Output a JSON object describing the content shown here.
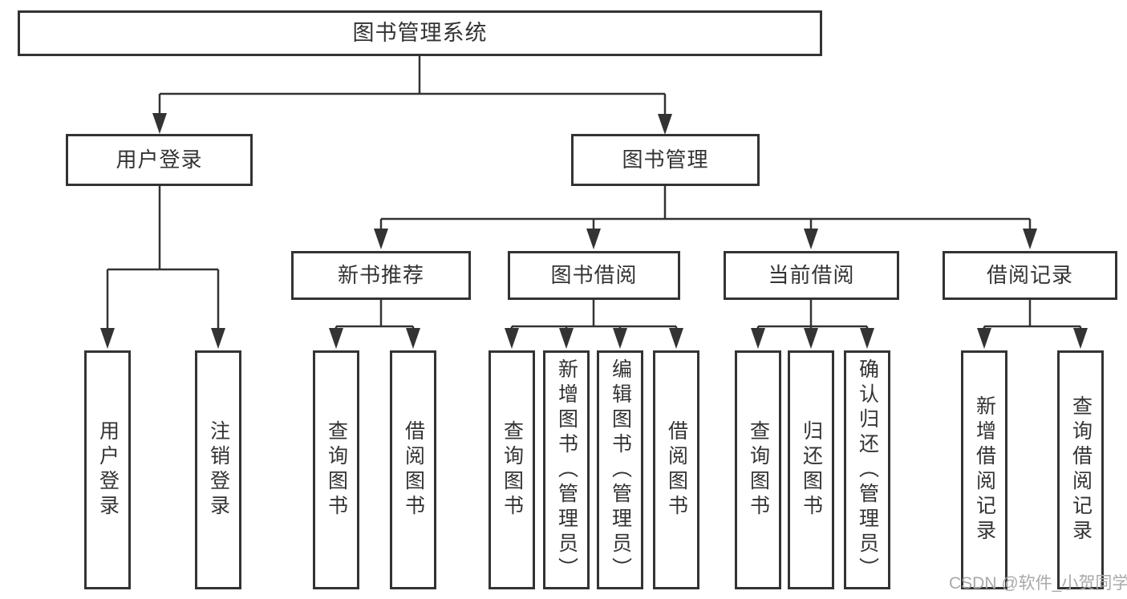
{
  "diagram": {
    "root": {
      "label": "图书管理系统"
    },
    "branches": [
      {
        "label": "用户登录",
        "children": [
          {
            "label": "用户登录"
          },
          {
            "label": "注销登录"
          }
        ]
      },
      {
        "label": "图书管理",
        "children": [
          {
            "label": "新书推荐",
            "children": [
              {
                "label": "查询图书"
              },
              {
                "label": "借阅图书"
              }
            ]
          },
          {
            "label": "图书借阅",
            "children": [
              {
                "label": "查询图书"
              },
              {
                "label": "新增图书（管理员）"
              },
              {
                "label": "编辑图书（管理员）"
              },
              {
                "label": "借阅图书"
              }
            ]
          },
          {
            "label": "当前借阅",
            "children": [
              {
                "label": "查询图书"
              },
              {
                "label": "归还图书"
              },
              {
                "label": "确认归还（管理员）"
              }
            ]
          },
          {
            "label": "借阅记录",
            "children": [
              {
                "label": "新增借阅记录"
              },
              {
                "label": "查询借阅记录"
              }
            ]
          }
        ]
      }
    ],
    "colors": {
      "line": "#333333",
      "text": "#333333",
      "box_background": "#ffffff",
      "watermark": "#a9a9a9"
    }
  },
  "watermark": {
    "text": "CSDN @软件_小贺同学"
  }
}
